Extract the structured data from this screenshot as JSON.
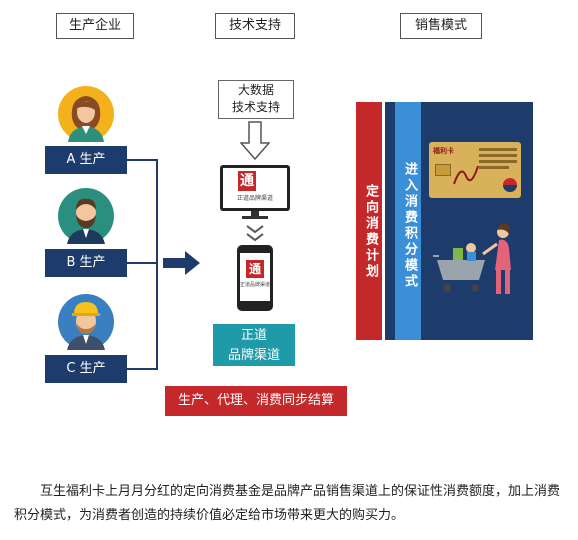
{
  "headers": {
    "producer": "生产企业",
    "tech": "技术支持",
    "sales": "销售模式"
  },
  "companies": [
    {
      "label": "A 生产"
    },
    {
      "label": "B 生产"
    },
    {
      "label": "C 生产"
    }
  ],
  "bigdata": {
    "line1": "大数据",
    "line2": "技术支持"
  },
  "logo_char": "通",
  "monitor_caption": "正道品牌渠道",
  "phone_caption": "正道品牌渠道",
  "brand_box": {
    "line1": "正道",
    "line2": "品牌渠道"
  },
  "settlement": "生产、代理、消费同步结算",
  "sales_panel": {
    "red_text": "定向消费计划",
    "blue_text": "进入消费积分模式",
    "card_title": "福利卡"
  },
  "colors": {
    "navy": "#1d3c6c",
    "red": "#c4282a",
    "teal": "#1e9aa8",
    "blue": "#3a8fd6",
    "gold": "#d9b15a"
  },
  "description": "互生福利卡上月月分红的定向消费基金是品牌产品销售渠道上的保证性消费额度，加上消费积分模式，为消费者创造的持续价值必定给市场带来更大的购买力。"
}
